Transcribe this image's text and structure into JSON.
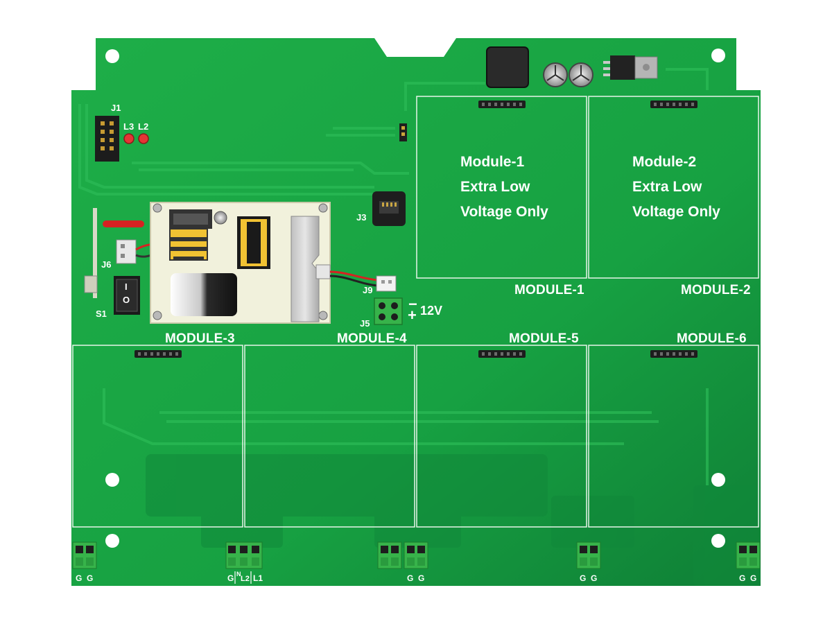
{
  "colors": {
    "board": "#1aa543",
    "board_dark": "#11883a",
    "trace": "#2bbc55",
    "outline": "#e8f5ea",
    "psu": "#f1f1dc",
    "label": "#ffffff",
    "wire_red": "#d62222",
    "led_red": "#e53535",
    "terminal": "#37b34a"
  },
  "connectors": {
    "j1": "J1",
    "l3": "L3",
    "l2": "L2",
    "j3": "J3",
    "j6": "J6",
    "s1": "S1",
    "j9": "J9",
    "j5": "J5"
  },
  "power": {
    "voltage": "12V",
    "minus": "−",
    "plus": "+",
    "switch_on": "I",
    "switch_off": "O"
  },
  "modules": {
    "m1": {
      "label": "MODULE-1",
      "line1": "Module-1",
      "line2": "Extra Low",
      "line3": "Voltage Only"
    },
    "m2": {
      "label": "MODULE-2",
      "line1": "Module-2",
      "line2": "Extra Low",
      "line3": "Voltage Only"
    },
    "m3": {
      "label": "MODULE-3"
    },
    "m4": {
      "label": "MODULE-4"
    },
    "m5": {
      "label": "MODULE-5"
    },
    "m6": {
      "label": "MODULE-6"
    }
  },
  "terminals": {
    "t1": [
      "G",
      "G"
    ],
    "t2": [
      "G",
      "N",
      "L2",
      "L1"
    ],
    "t3": [
      "G",
      "G"
    ],
    "t4": [
      "G",
      "G"
    ],
    "t5": [
      "G",
      "G"
    ]
  }
}
